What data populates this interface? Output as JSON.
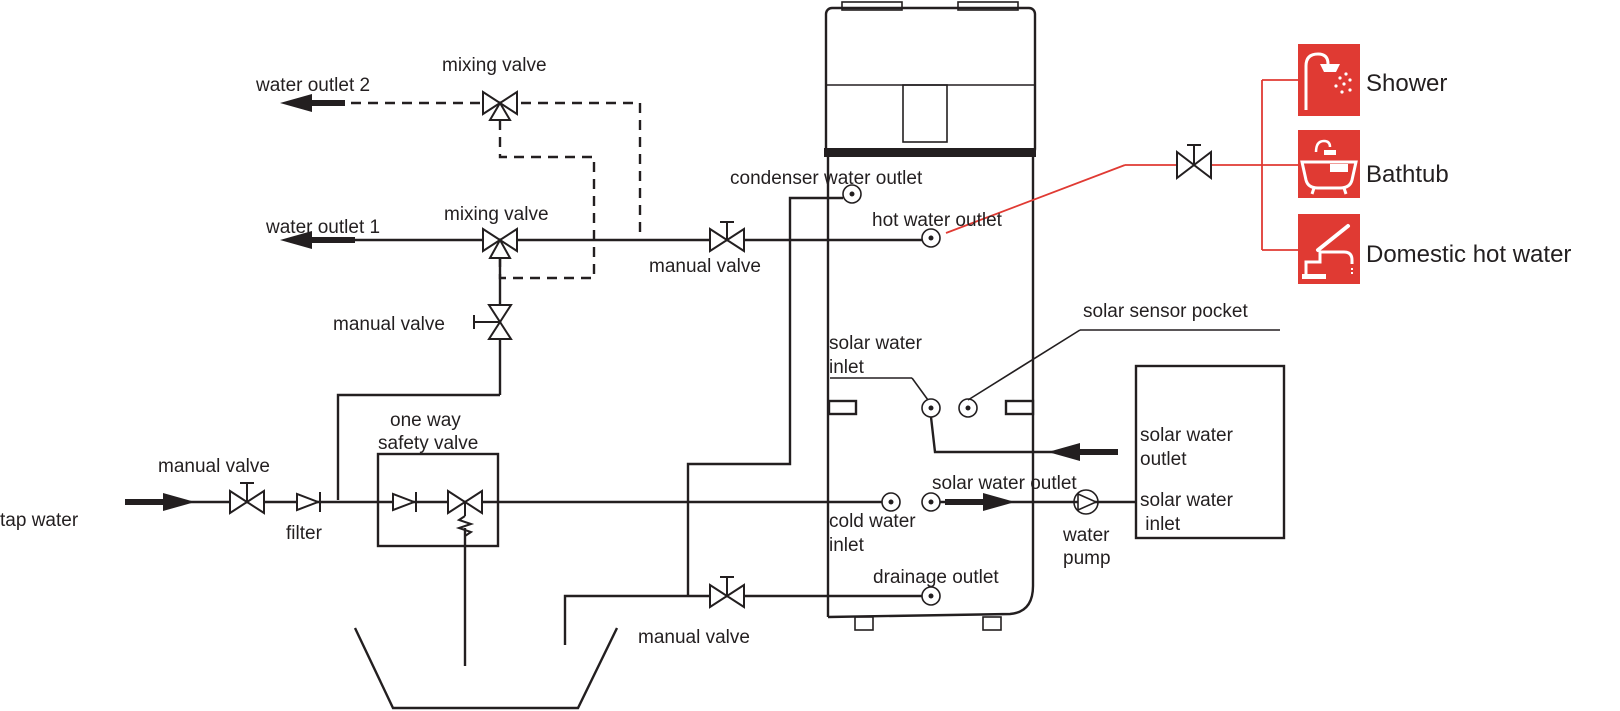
{
  "colors": {
    "line": "#231f20",
    "accent_red": "#e03a33",
    "background": "#ffffff"
  },
  "labels": {
    "water_outlet_2": "water outlet 2",
    "water_outlet_1": "water outlet 1",
    "mixing_valve_top": "mixing valve",
    "mixing_valve_mid": "mixing valve",
    "manual_valve_vertical": "manual valve",
    "manual_valve_hot": "manual valve",
    "manual_valve_inlet": "manual valve",
    "manual_valve_drain": "manual valve",
    "tap_water": "tap water",
    "filter": "filter",
    "one_way_safety_valve_line1": "one way",
    "one_way_safety_valve_line2": "safety valve",
    "condenser_water_outlet": "condenser water outlet",
    "hot_water_outlet": "hot water outlet",
    "solar_sensor_pocket": "solar sensor pocket",
    "solar_water_inlet_line1": "solar water",
    "solar_water_inlet_line2": "inlet",
    "solar_water_outlet_tank": "solar water outlet",
    "cold_water_inlet_line1": "cold water",
    "cold_water_inlet_line2": "inlet",
    "drainage_outlet": "drainage outlet",
    "water_pump_line1": "water",
    "water_pump_line2": "pump",
    "solar_box_outlet_line1": "solar water",
    "solar_box_outlet_line2": "outlet",
    "solar_box_inlet_line1": "solar water",
    "solar_box_inlet_line2": " inlet"
  },
  "outputs": {
    "shower": "Shower",
    "bathtub": "Bathtub",
    "domestic_hot_water": "Domestic hot water"
  },
  "icons": {
    "shower": "shower-icon",
    "bathtub": "bathtub-icon",
    "faucet": "faucet-icon"
  }
}
